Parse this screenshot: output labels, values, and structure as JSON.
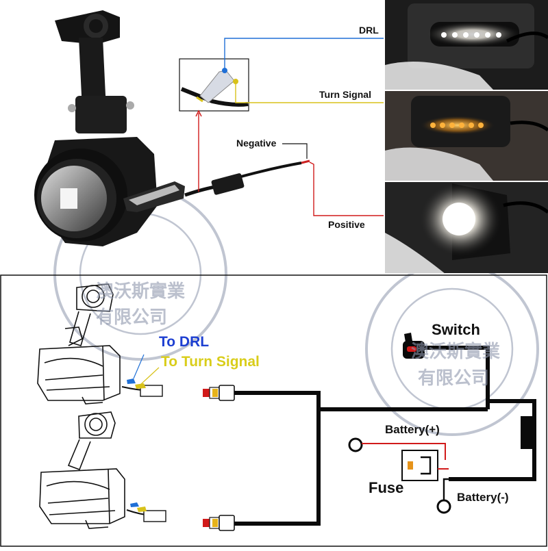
{
  "title": "",
  "colors": {
    "drl_wire": "#1f6fd6",
    "turn_wire": "#d8c21a",
    "positive_wire": "#d11a1a",
    "harness": "#0a0a0a",
    "watermark": "#8e97ad",
    "to_drl_text": "#1d3fd1",
    "to_turn_text": "#d9cd1a"
  },
  "top_labels": {
    "drl": "DRL",
    "turn_signal": "Turn Signal",
    "negative": "Negative",
    "positive": "Positive"
  },
  "wiring_labels": {
    "to_drl": "To DRL",
    "to_turn_signal": "To Turn Signal",
    "switch": "Switch",
    "battery_pos": "Battery(+)",
    "fuse": "Fuse",
    "battery_neg": "Battery(-)"
  },
  "watermark": {
    "chinese_line1": "澳沃斯實業",
    "chinese_line2": "有限公司"
  },
  "photos": [
    {
      "name": "photo-drl-mode",
      "icon": "led-light-drl-icon"
    },
    {
      "name": "photo-turn-signal-mode",
      "icon": "led-light-turn-icon"
    },
    {
      "name": "photo-positive-mode",
      "icon": "led-light-spot-icon"
    }
  ]
}
